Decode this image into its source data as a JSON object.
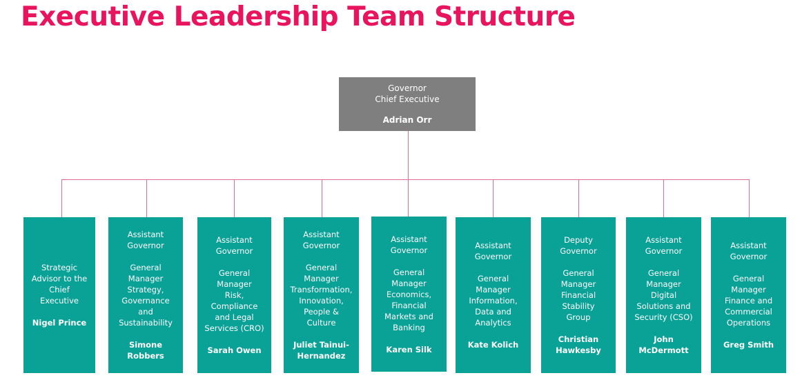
{
  "title": "Executive Leadership Team Structure",
  "colors": {
    "title": "#e8155e",
    "top_box": "#7f7f7f",
    "exec_box": "#0aa196",
    "connector": "#e06a94",
    "box_text": "#ffffff"
  },
  "chief": {
    "role": "Governor\nChief Executive",
    "name": "Adrian Orr"
  },
  "executives": [
    {
      "role": "Strategic\nAdvisor to the\nChief\nExecutive",
      "dept": "",
      "name": "Nigel Prince"
    },
    {
      "role": "Assistant\nGovernor",
      "dept": "General\nManager\nStrategy,\nGovernance\nand\nSustainability",
      "name": "Simone\nRobbers"
    },
    {
      "role": "Assistant\nGovernor",
      "dept": "General\nManager\nRisk,\nCompliance\nand Legal\nServices (CRO)",
      "name": "Sarah Owen"
    },
    {
      "role": "Assistant\nGovernor",
      "dept": "General\nManager\nTransformation,\nInnovation,\nPeople &\nCulture",
      "name": "Juliet Tainui-\nHernandez"
    },
    {
      "role": "Assistant\nGovernor",
      "dept": "General\nManager\nEconomics,\nFinancial\nMarkets and\nBanking",
      "name": "Karen Silk"
    },
    {
      "role": "Assistant\nGovernor",
      "dept": "General\nManager\nInformation,\nData and\nAnalytics",
      "name": "Kate Kolich"
    },
    {
      "role": "Deputy\nGovernor",
      "dept": "General\nManager\nFinancial\nStability\nGroup",
      "name": "Christian\nHawkesby"
    },
    {
      "role": "Assistant\nGovernor",
      "dept": "General\nManager\nDigital\nSolutions and\nSecurity (CSO)",
      "name": "John\nMcDermott"
    },
    {
      "role": "Assistant\nGovernor",
      "dept": "General\nManager\nFinance and\nCommercial\nOperations",
      "name": "Greg Smith"
    }
  ]
}
